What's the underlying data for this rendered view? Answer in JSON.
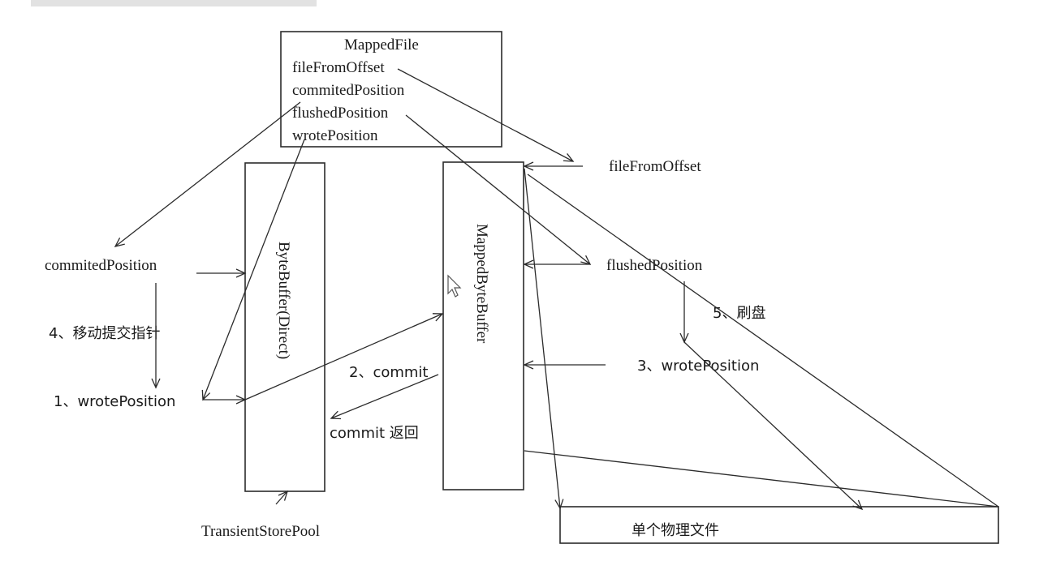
{
  "mapped_file": {
    "title": "MappedFile",
    "fields": [
      "fileFromOffset",
      "commitedPosition",
      "flushedPosition",
      "wrotePosition"
    ]
  },
  "boxes": {
    "bytebuffer": "ByteBuffer(Direct)",
    "mapped_byte_buffer": "MappedByteBuffer",
    "physical_file": "单个物理文件"
  },
  "labels": {
    "commited_position": "commitedPosition",
    "step4": "4、移动提交指针",
    "step1": "1、wrotePosition",
    "step2": "2、commit",
    "commit_return": "commit 返回",
    "transient_store_pool": "TransientStorePool",
    "file_from_offset": "fileFromOffset",
    "flushed_position": "flushedPosition",
    "step5": "5、刷盘",
    "step3": "3、wrotePosition"
  }
}
